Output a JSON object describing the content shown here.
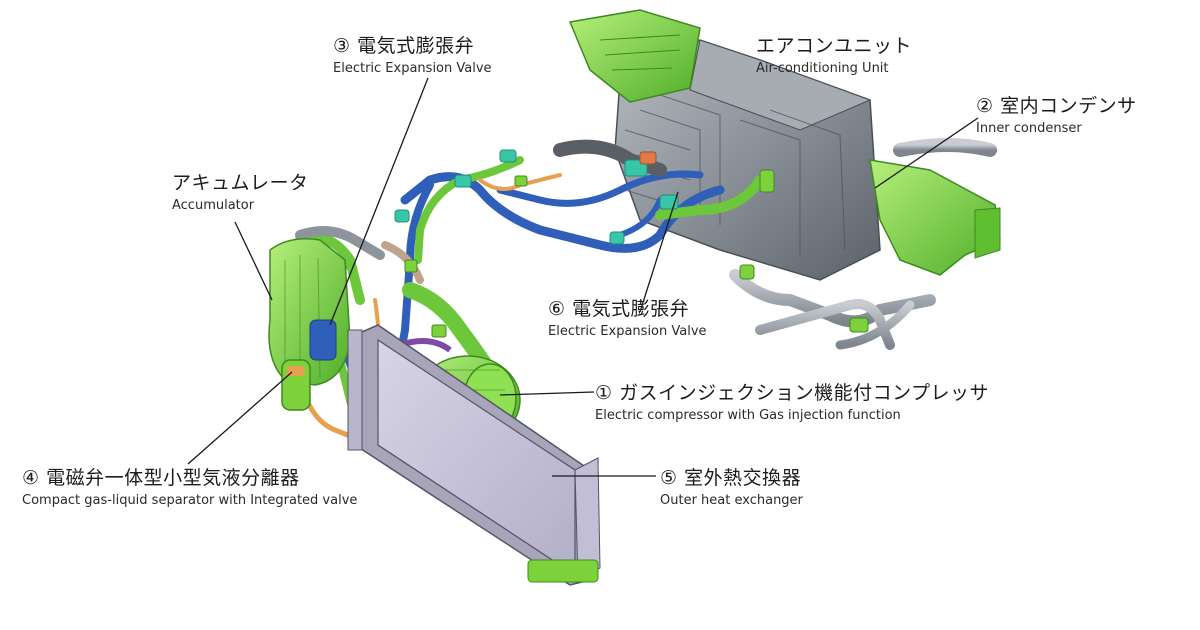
{
  "labels": {
    "expansion_valve_3": {
      "jp": "③ 電気式膨張弁",
      "en": "Electric Expansion Valve"
    },
    "ac_unit": {
      "jp": "エアコンユニット",
      "en": "Air-conditioning Unit"
    },
    "inner_condenser": {
      "jp": "② 室内コンデンサ",
      "en": "Inner condenser"
    },
    "accumulator": {
      "jp": "アキュムレータ",
      "en": "Accumulator"
    },
    "expansion_valve_6": {
      "jp": "⑥ 電気式膨張弁",
      "en": "Electric Expansion Valve"
    },
    "compressor": {
      "jp": "① ガスインジェクション機能付コンプレッサ",
      "en": "Electric compressor with Gas injection function"
    },
    "separator": {
      "jp": "④ 電磁弁一体型小型気液分離器",
      "en": "Compact gas-liquid separator with Integrated valve"
    },
    "outer_heat_exchanger": {
      "jp": "⑤ 室外熱交換器",
      "en": "Outer heat exchanger"
    }
  },
  "colors": {
    "component_green": "#7dd23c",
    "pipe_blue": "#2f5fb8",
    "pipe_orange": "#e8a050",
    "unit_gray": "#8e949c",
    "panel_lavender": "#c9c5dc"
  }
}
